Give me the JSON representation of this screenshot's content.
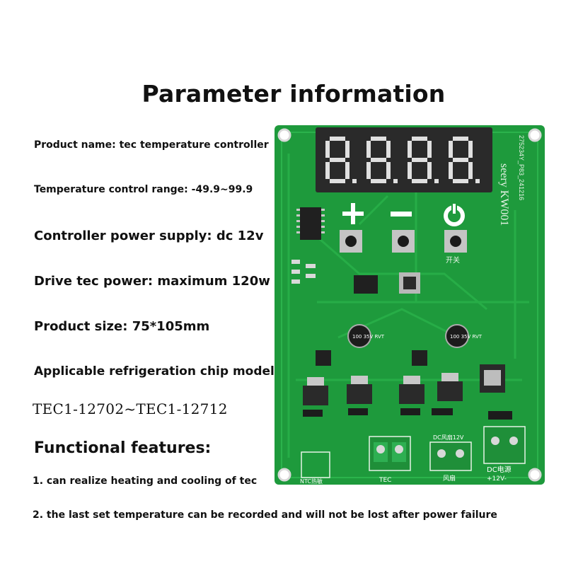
{
  "title": "Parameter information",
  "specs": {
    "product_name": "Product name: tec temperature controller",
    "temp_range": "Temperature control range: -49.9~99.9",
    "power_supply": "Controller power supply: dc 12v",
    "drive_power": "Drive tec power: maximum 120w",
    "size": "Product size: 75*105mm",
    "chip_label": "Applicable refrigeration chip model:",
    "chip_models": "TEC1-12702~TEC1-12712"
  },
  "features": {
    "heading": "Functional features:",
    "items": [
      "1. can realize heating and cooling of tec",
      "2. the last set temperature can be recorded and will not be lost after power failure"
    ]
  },
  "pcb": {
    "display_digits": "8.8.8.8.",
    "board_name": "seery KW001",
    "board_code": "275234Y_P83_241216",
    "switch_label": "开关",
    "cap_label": "100 35V RVT",
    "fan_label": "DC风扇12V",
    "fan_bottom_label": "风扇",
    "power_label": "DC电源",
    "power_voltage": "+12V-",
    "tec_label": "TEC",
    "ntc_label": "NTC热敏",
    "colors": {
      "board": "#1e9a3c",
      "trace": "#2bb34c",
      "display": "#2a2a2a",
      "segment": "#e0e0e0"
    }
  }
}
